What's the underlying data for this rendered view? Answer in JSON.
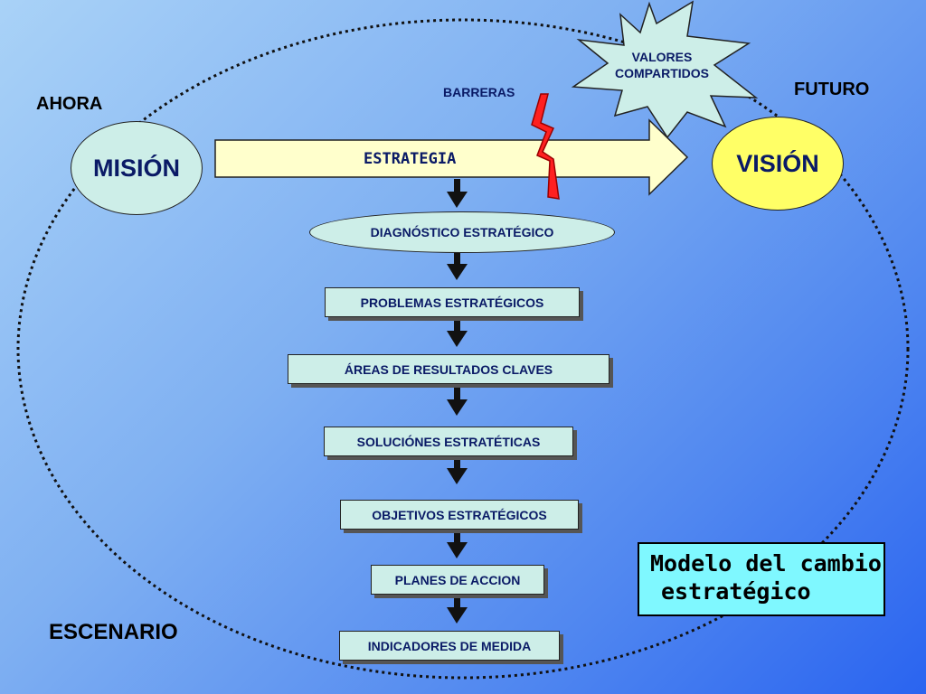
{
  "labels": {
    "ahora": "AHORA",
    "futuro": "FUTURO",
    "escenario": "ESCENARIO",
    "barreras": "BARRERAS",
    "valores_line1": "VALORES",
    "valores_line2": "COMPARTIDOS"
  },
  "mision": "MISIÓN",
  "vision": "VISIÓN",
  "estrategia": "ESTRATEGIA",
  "steps": {
    "diagnostico": "DIAGNÓSTICO ESTRATÉGICO",
    "problemas": "PROBLEMAS ESTRATÉGICOS",
    "areas": "ÁREAS DE RESULTADOS CLAVES",
    "soluciones": "SOLUCIÓNES ESTRATÉTICAS",
    "objetivos": "OBJETIVOS ESTRATÉGICOS",
    "planes": "PLANES DE ACCION",
    "indicadores": "INDICADORES DE MEDIDA"
  },
  "model": {
    "line1": "Modelo del cambio",
    "line2": "estratégico"
  },
  "colors": {
    "mision_fill": "#cdeee8",
    "vision_fill": "#ffff66",
    "estrategia_fill": "#ffffcc",
    "step_fill": "#cdeee8",
    "model_fill": "#7ff8ff",
    "barrier_fill": "#ff2020"
  }
}
